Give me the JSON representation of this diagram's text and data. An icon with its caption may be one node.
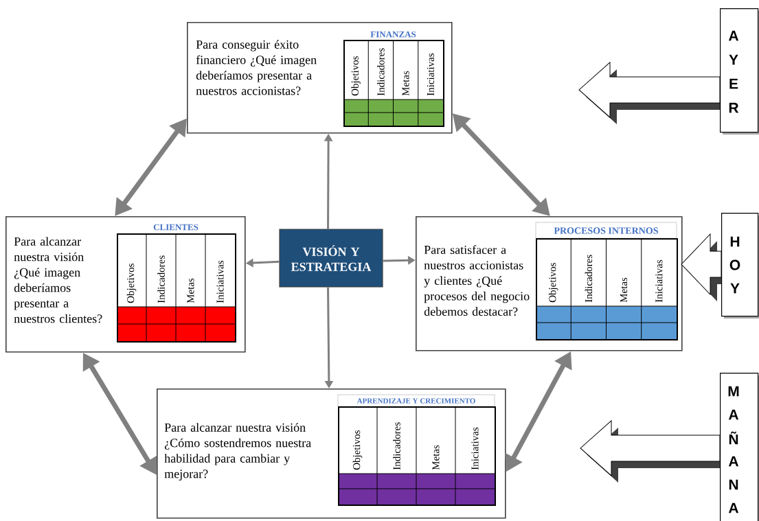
{
  "diagram": {
    "nodes": [
      {
        "text": [
          "Para conseguir éxito financiero ¿Qué imagen deberíamos presentar a nuestros accionistas?"
        ]
      },
      {
        "text": [
          "FINANZAS",
          "Objetivos",
          "Indicadores",
          "Metas",
          "Iniciativas"
        ],
        "in": 0
      },
      {
        "text": [
          "A",
          "Y",
          "E",
          "R"
        ]
      },
      {
        "text": [
          "Para alcanzar nuestra visión ¿Qué imagen deberíamos presentar a nuestros clientes?"
        ]
      },
      {
        "text": [
          "CLIENTES",
          "Objetivos",
          "Indicadores",
          "Metas",
          "Iniciativas"
        ],
        "in": 3
      },
      {
        "text": [
          "VISIÓN Y ESTRATEGIA"
        ]
      },
      {
        "text": [
          "Para satisfacer a nuestros accionistas y clientes ¿Qué procesos del negocio debemos destacar?"
        ]
      },
      {
        "text": [
          "PROCESOS INTERNOS",
          "Objetivos",
          "Indicadores",
          "Metas",
          "Iniciativas"
        ],
        "in": 6
      },
      {
        "text": [
          "H",
          "O",
          "Y"
        ]
      },
      {
        "text": [
          "Para alcanzar nuestra visión ¿Cómo sostendremos nuestra habilidad para cambiar y mejorar?"
        ]
      },
      {
        "text": [
          "APRENDIZAJE Y CRECIMIENTO",
          "Objetivos",
          "Indicadores",
          "Metas",
          "Iniciativas"
        ],
        "in": 9
      },
      {
        "text": [
          "M",
          "A",
          "Ñ",
          "A",
          "N",
          "A"
        ]
      }
    ],
    "edges": [
      {
        "from": 5,
        "to": 0,
        "arrow": "to"
      },
      {
        "from": 5,
        "to": 3,
        "arrow": "to"
      },
      {
        "from": 5,
        "to": 6,
        "arrow": "to"
      },
      {
        "from": 5,
        "to": 9,
        "arrow": "to"
      },
      {
        "from": 0,
        "to": 3,
        "arrow": "both",
        "style": "thick"
      },
      {
        "from": 0,
        "to": 6,
        "arrow": "both",
        "style": "thick"
      },
      {
        "from": 3,
        "to": 9,
        "arrow": "both",
        "style": "thick"
      },
      {
        "from": 9,
        "to": 6,
        "arrow": "both",
        "style": "thick"
      },
      {
        "from": 2,
        "to": null,
        "arrow": "to",
        "color": "#000000"
      },
      {
        "from": 8,
        "to": 6,
        "arrow": "to",
        "color": "#000000"
      },
      {
        "from": 11,
        "to": null,
        "arrow": "to",
        "color": "#000000"
      }
    ]
  }
}
